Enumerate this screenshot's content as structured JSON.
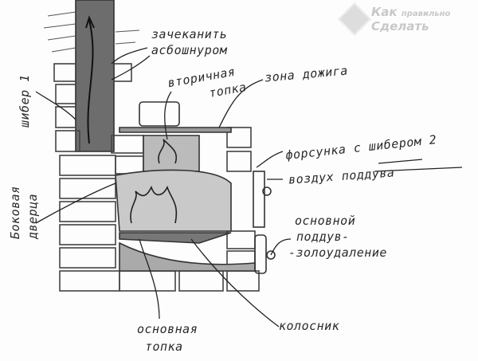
{
  "logo": {
    "line1": "Как",
    "line1_small": "правильно",
    "line2": "Сделать"
  },
  "labels": {
    "caulk_1": "зачеканить",
    "caulk_2": "асбошнуром",
    "secondary_1": "вторичная",
    "secondary_2": "топка",
    "afterburn": "зона дожига",
    "damper1": "шибер 1",
    "nozzle": "форсунка с шибером 2",
    "air": "воздух поддува",
    "side_door": "Боковая дверца",
    "main_air_1": "основной",
    "main_air_2": "поддув-",
    "main_air_3": "-золоудаление",
    "main_firebox_1": "основная",
    "main_firebox_2": "топка",
    "grate": "колосник"
  }
}
